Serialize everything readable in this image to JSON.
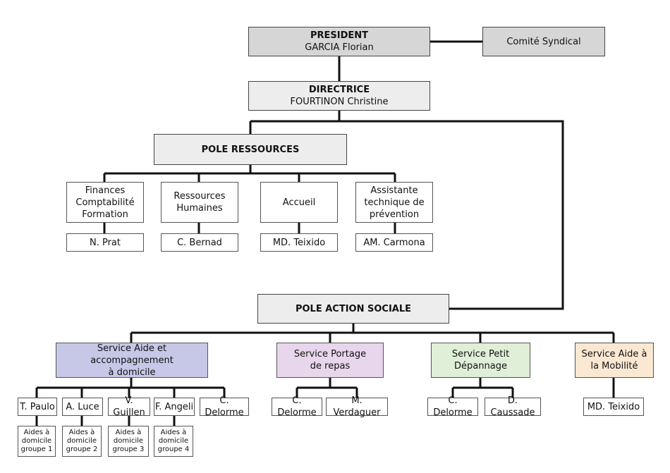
{
  "president": {
    "title": "PRESIDENT",
    "name": "GARCIA Florian"
  },
  "comite": {
    "label": "Comité Syndical"
  },
  "directrice": {
    "title": "DIRECTRICE",
    "name": "FOURTINON Christine"
  },
  "pole_ressources": {
    "label": "POLE RESSOURCES",
    "units": [
      {
        "lines": [
          "Finances",
          "Comptabilité",
          "Formation"
        ],
        "person": "N. Prat"
      },
      {
        "lines": [
          "Ressources",
          "Humaines"
        ],
        "person": "C. Bernad"
      },
      {
        "lines": [
          "Accueil"
        ],
        "person": "MD. Teixido"
      },
      {
        "lines": [
          "Assistante",
          "technique de",
          "prévention"
        ],
        "person": "AM. Carmona"
      }
    ]
  },
  "pole_action": {
    "label": "POLE ACTION SOCIALE",
    "services": [
      {
        "lines": [
          "Service Aide et accompagnement",
          "à domicile"
        ],
        "color": "#c7c8e8",
        "people": [
          "T. Paulo",
          "A. Luce",
          "V. Guillen",
          "F. Angeli",
          "C. Delorme"
        ],
        "groups": [
          [
            "Aides à",
            "domicile",
            "groupe 1"
          ],
          [
            "Aides à",
            "domicile",
            "groupe 2"
          ],
          [
            "Aides à",
            "domicile",
            "groupe 3"
          ],
          [
            "Aides à",
            "domicile",
            "groupe 4"
          ]
        ]
      },
      {
        "lines": [
          "Service Portage",
          "de repas"
        ],
        "color": "#e8d6ec",
        "people": [
          "C. Delorme",
          "M. Verdaguer"
        ]
      },
      {
        "lines": [
          "Service Petit",
          "Dépannage"
        ],
        "color": "#e0efd8",
        "people": [
          "C. Delorme",
          "D. Caussade"
        ]
      },
      {
        "lines": [
          "Service Aide à",
          "la Mobilité"
        ],
        "color": "#fbe8d2",
        "people": [
          "MD. Teixido"
        ]
      }
    ]
  }
}
